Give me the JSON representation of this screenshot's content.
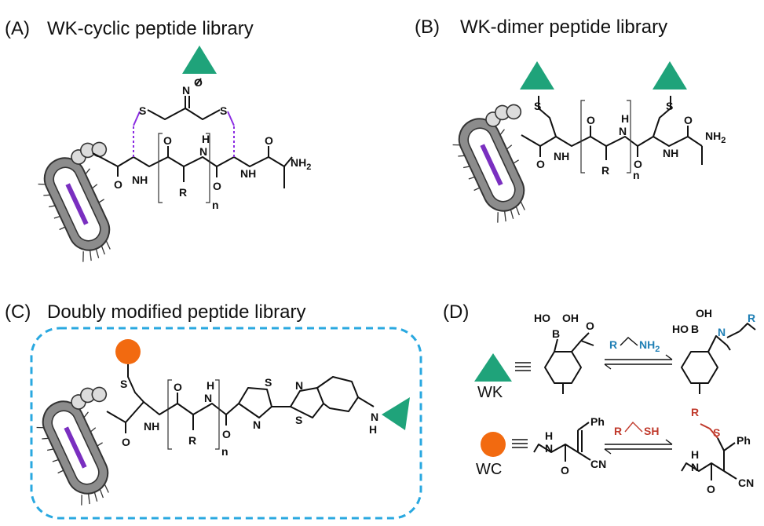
{
  "colors": {
    "triangle": "#1fa37a",
    "circle": "#f26a10",
    "box": "#29a8e0",
    "purple": "#8a2be2",
    "blue": "#1f7fb5",
    "red": "#c0392b"
  },
  "panelA": {
    "label": "(A)",
    "title": "WK-cyclic peptide library"
  },
  "panelB": {
    "label": "(B)",
    "title": "WK-dimer peptide library"
  },
  "panelC": {
    "label": "(C)",
    "title": "Doubly modified peptide library"
  },
  "panelD": {
    "label": "(D)",
    "wk": "WK",
    "wc": "WC"
  },
  "atoms": {
    "N": "N",
    "O": "O",
    "S": "S",
    "NH": "NH",
    "H": "H",
    "NH2": "NH",
    "sub2": "2",
    "R": "R",
    "n": "n",
    "B": "B",
    "OH": "OH",
    "HO": "HO",
    "CN": "CN",
    "Ph": "Ph",
    "SH": "SH"
  }
}
